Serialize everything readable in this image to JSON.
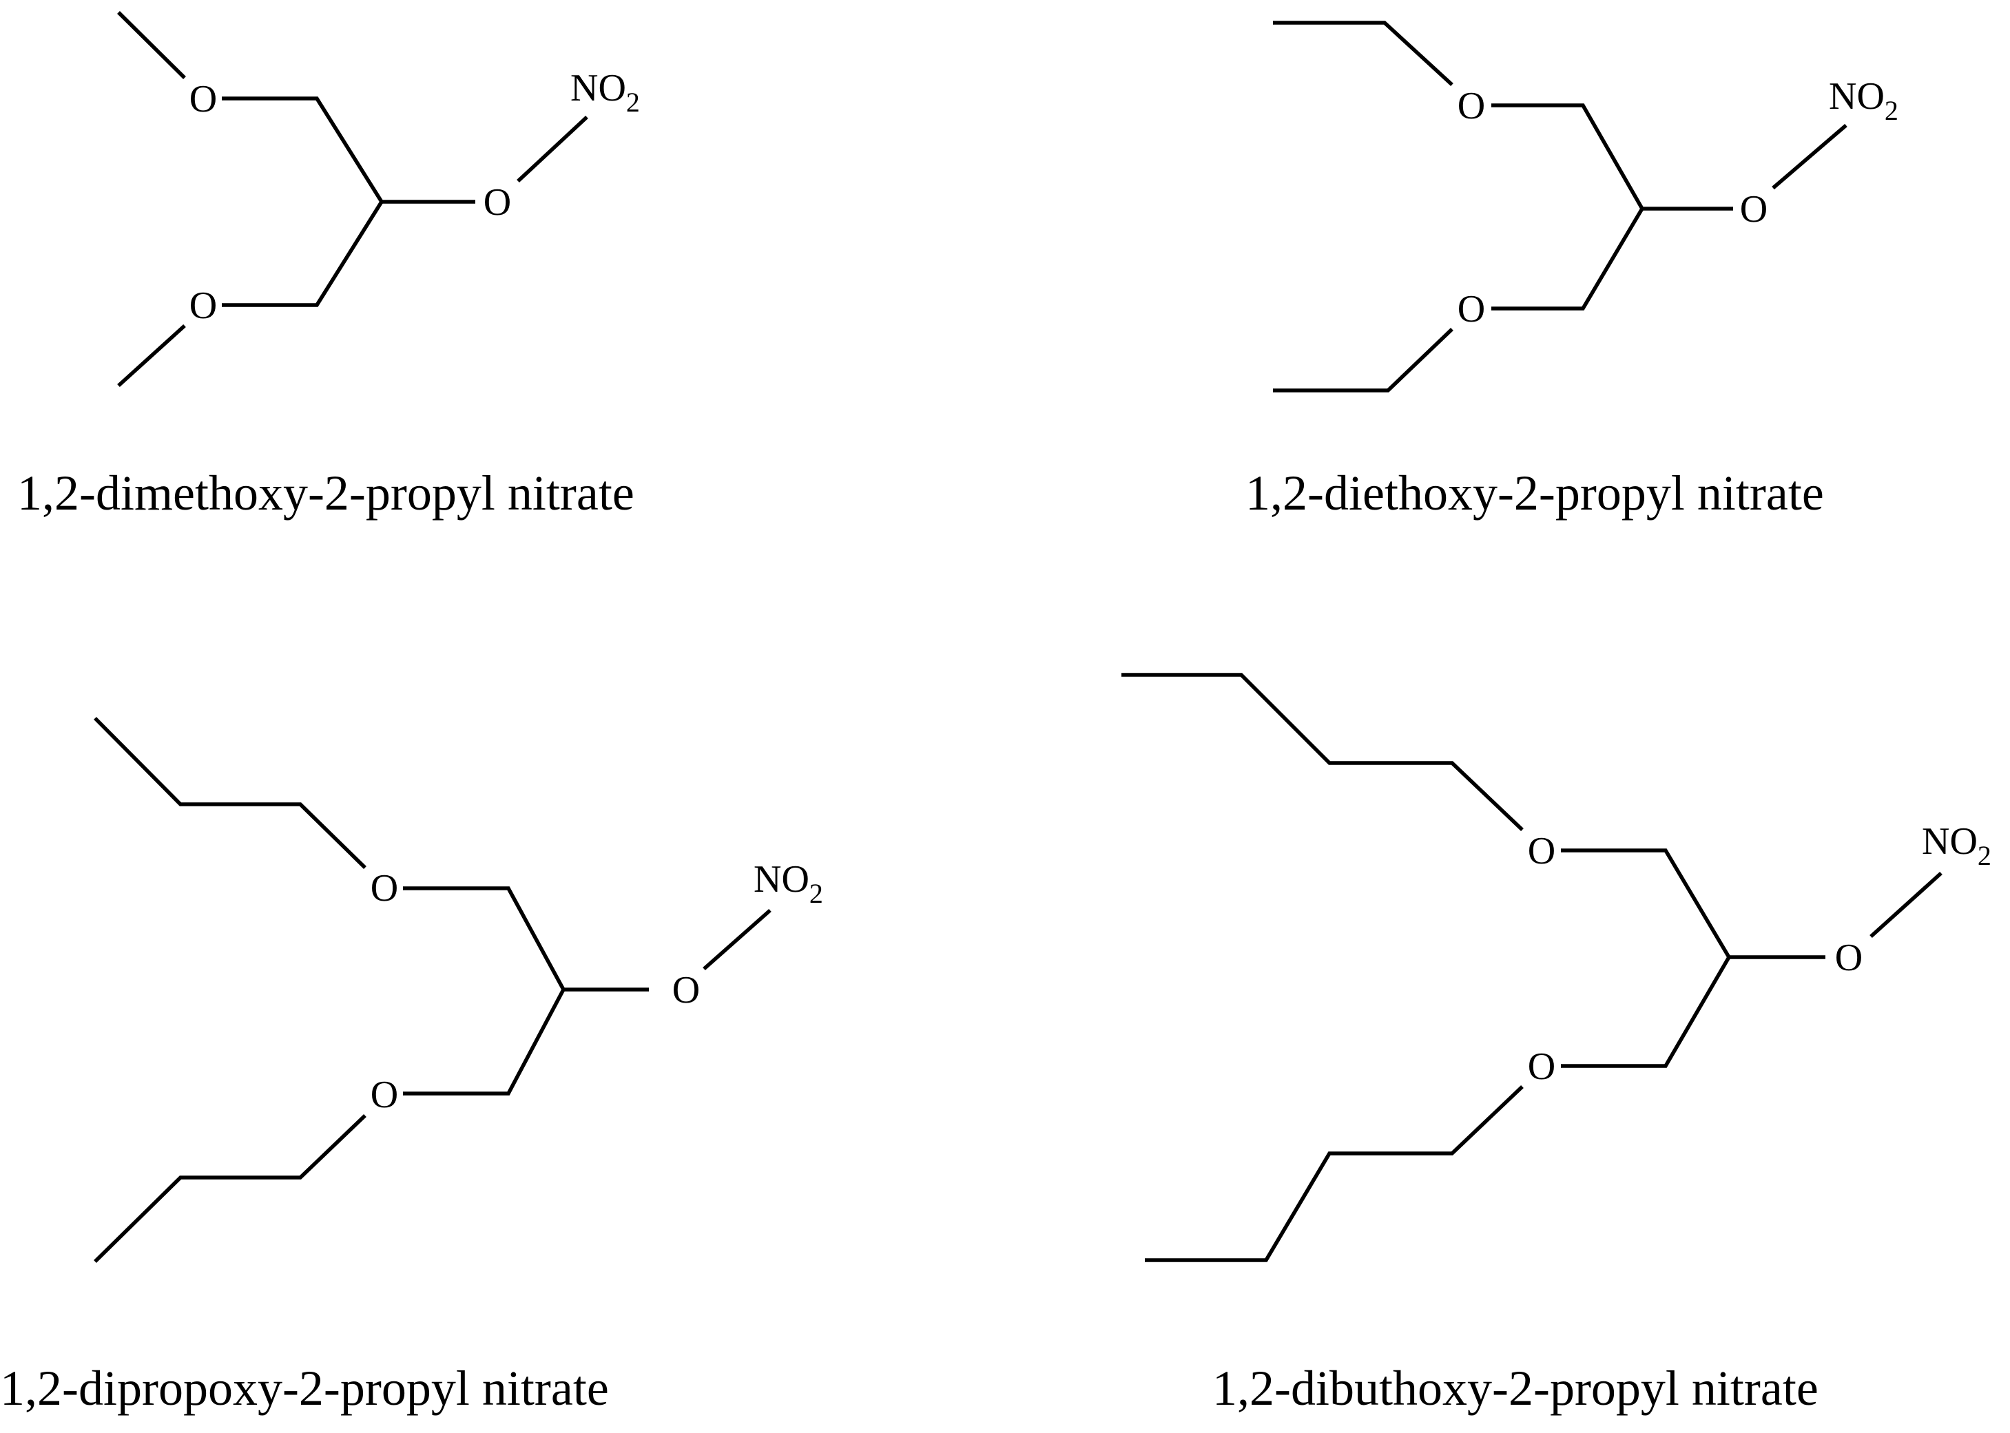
{
  "compounds": [
    {
      "caption": "1,2-dimethoxy-2-propyl nitrate",
      "atoms": {
        "oxygen": "O",
        "nitro": "NO",
        "nitro_subscript": "2"
      }
    },
    {
      "caption": "1,2-diethoxy-2-propyl nitrate",
      "atoms": {
        "oxygen": "O",
        "nitro": "NO",
        "nitro_subscript": "2"
      }
    },
    {
      "caption": "1,2-dipropoxy-2-propyl nitrate",
      "atoms": {
        "oxygen": "O",
        "nitro": "NO",
        "nitro_subscript": "2"
      }
    },
    {
      "caption": "1,2-dibuthoxy-2-propyl nitrate",
      "atoms": {
        "oxygen": "O",
        "nitro": "NO",
        "nitro_subscript": "2"
      }
    }
  ]
}
